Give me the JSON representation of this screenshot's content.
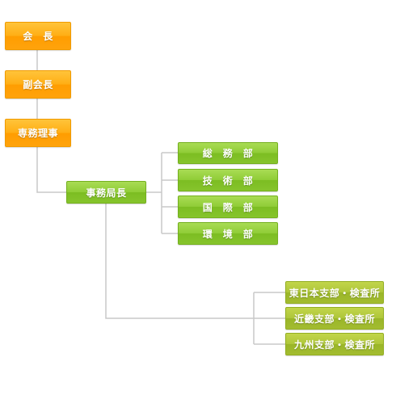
{
  "org_chart": {
    "chairman": "会　長",
    "vice_chairman": "副会長",
    "executive_director": "専務理事",
    "secretary_general": "事務局長",
    "departments": [
      "総　務　部",
      "技　術　部",
      "国　際　部",
      "環　境　部"
    ],
    "branches": [
      "東日本支部・検査所",
      "近畿支部・検査所",
      "九州支部・検査所"
    ]
  },
  "colors": {
    "executive_box": "#ffae14",
    "office_box": "#8fcc36",
    "branch_box": "#aec63a",
    "connector_line": "#c8c8c8"
  }
}
